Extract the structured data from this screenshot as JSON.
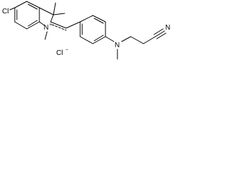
{
  "labels": {
    "chlorine_substituent": "Cl",
    "indolium_nitrogen": "N",
    "indolium_charge": "+",
    "amine_nitrogen": "N",
    "nitrile_nitrogen": "N",
    "chloride_ion": "Cl",
    "chloride_charge": "−"
  },
  "colors": {
    "ink": "#000000",
    "background": "#ffffff"
  }
}
